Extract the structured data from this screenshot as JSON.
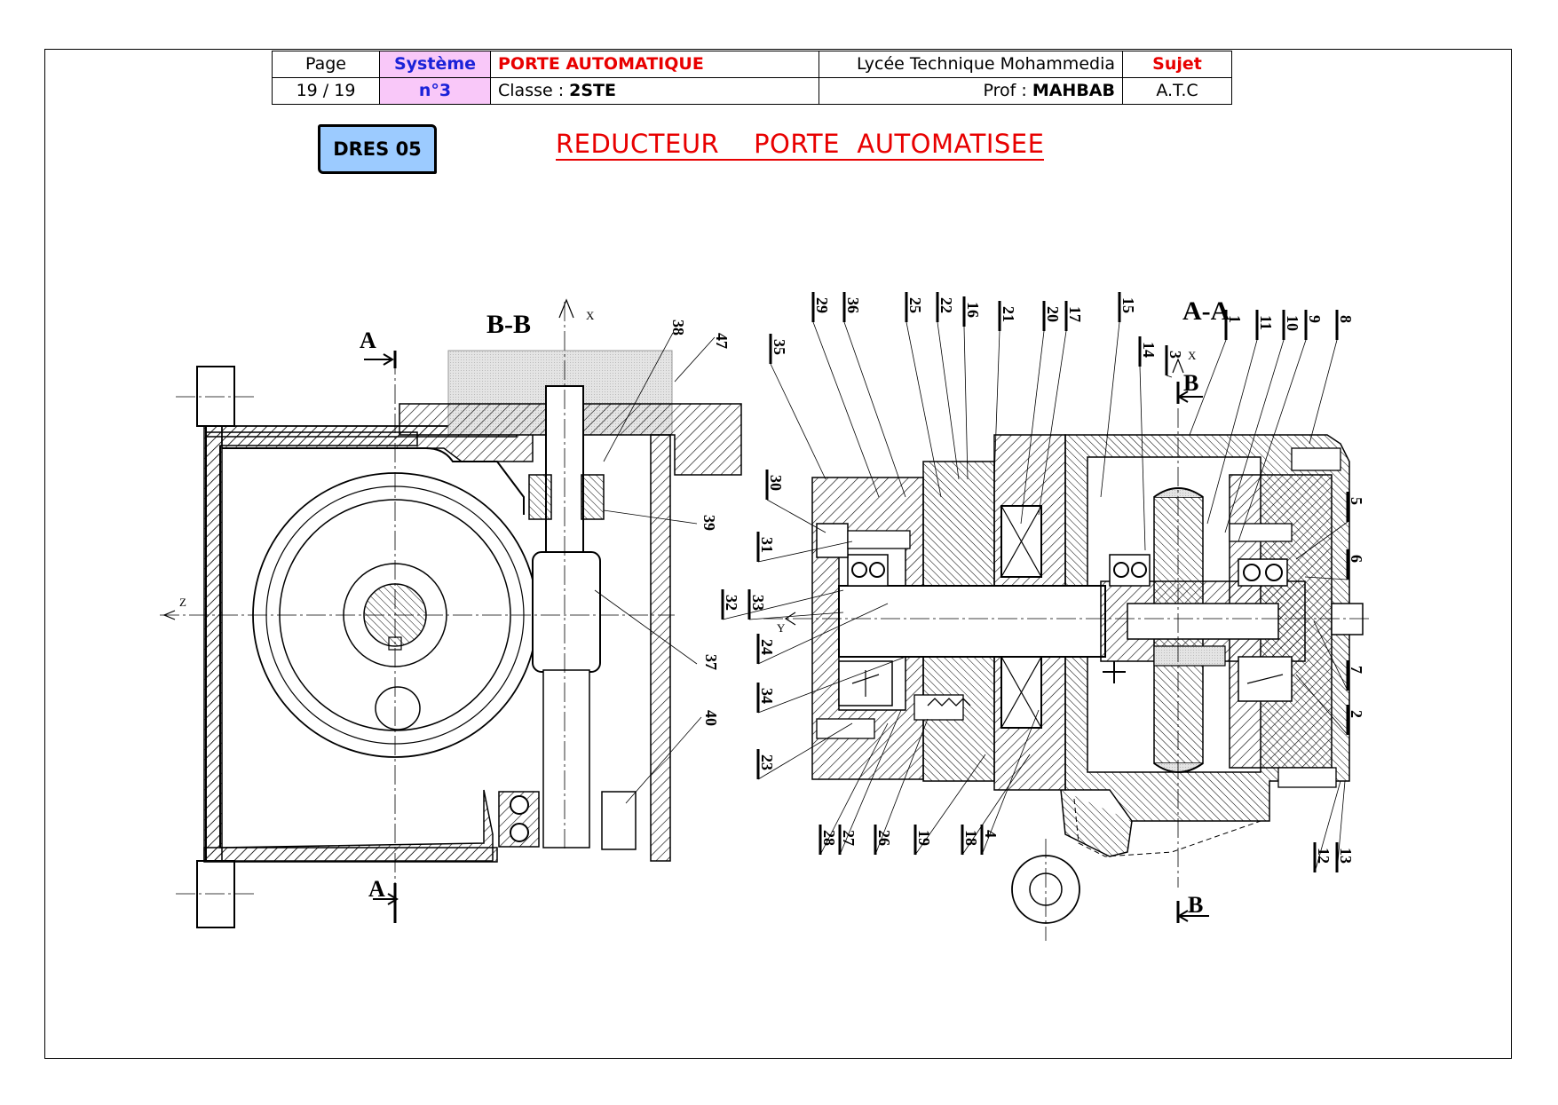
{
  "header": {
    "page_label": "Page",
    "page_value": "19 / 19",
    "system_label": "Système",
    "system_value": "n°3",
    "project_title": "PORTE AUTOMATIQUE",
    "class_label": "Classe : ",
    "class_value": "2STE",
    "school": "Lycée Technique Mohammedia",
    "prof_label": "Prof : ",
    "prof_value": "MAHBAB",
    "subject_label": "Sujet",
    "subject_value": "A.T.C"
  },
  "document": {
    "code": "DRES 05",
    "title": "REDUCTEUR    PORTE  AUTOMATISEE"
  },
  "drawing": {
    "section_bb": "B-B",
    "section_aa": "A-A",
    "cut_marks": [
      "A",
      "A",
      "B",
      "B"
    ],
    "axes": [
      "X",
      "Z",
      "X",
      "Y"
    ],
    "left_view_labels": [
      "38",
      "47",
      "39",
      "37",
      "40"
    ],
    "right_view_labels": [
      "35",
      "29",
      "36",
      "25",
      "22",
      "16",
      "21",
      "20",
      "17",
      "15",
      "14",
      "3",
      "1",
      "11",
      "10",
      "9",
      "8",
      "30",
      "31",
      "32",
      "33",
      "24",
      "34",
      "23",
      "28",
      "27",
      "26",
      "19",
      "18",
      "4",
      "5",
      "6",
      "7",
      "2",
      "12",
      "13"
    ]
  }
}
